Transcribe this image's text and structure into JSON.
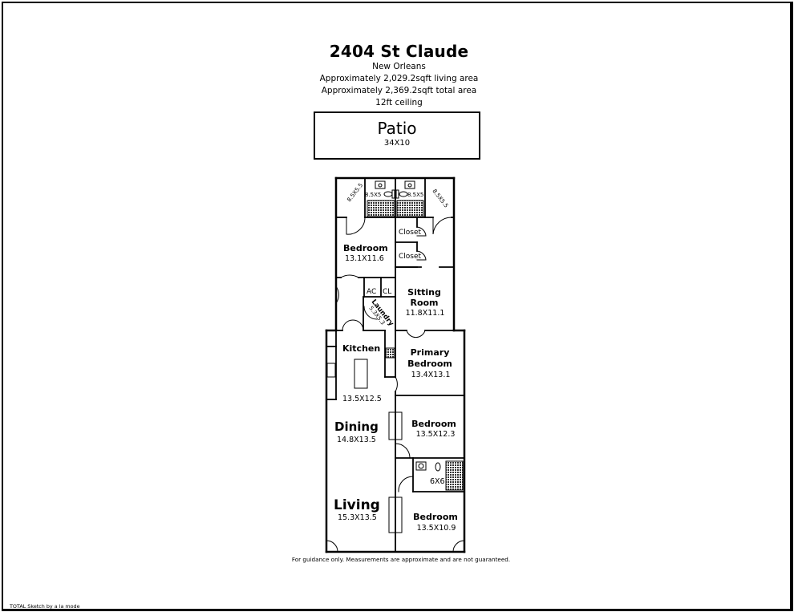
{
  "header": {
    "title": "2404 St Claude",
    "city": "New Orleans",
    "living_area": "Approximately 2,029.2sqft living area",
    "total_area": "Approximately 2,369.2sqft total area",
    "ceiling": "12ft ceiling"
  },
  "patio": {
    "name": "Patio",
    "dims": "34X10"
  },
  "rooms": {
    "bath_left": {
      "dims": "8.5X5.5"
    },
    "bath_mid_left": {
      "dims": "8.5X5"
    },
    "bath_mid_right": {
      "dims": "8.5X5"
    },
    "bath_right": {
      "dims": "8.5X5.5"
    },
    "closet_top": {
      "name": "Closet"
    },
    "closet_bottom": {
      "name": "Closet"
    },
    "bedroom_rear": {
      "name": "Bedroom",
      "dims": "13.1X11.6"
    },
    "ac": {
      "name": "AC"
    },
    "cl": {
      "name": "CL"
    },
    "laundry": {
      "name": "Laundry",
      "dims": "5.3X5.3"
    },
    "sitting_room": {
      "name_line1": "Sitting",
      "name_line2": "Room",
      "dims": "11.8X11.1"
    },
    "kitchen": {
      "name": "Kitchen",
      "dims": "13.5X12.5"
    },
    "primary_bedroom": {
      "name_line1": "Primary",
      "name_line2": "Bedroom",
      "dims": "13.4X13.1"
    },
    "dining": {
      "name": "Dining",
      "dims": "14.8X13.5"
    },
    "bedroom_middle": {
      "name": "Bedroom",
      "dims": "13.5X12.3"
    },
    "bath_small": {
      "dims": "6X6"
    },
    "living": {
      "name": "Living",
      "dims": "15.3X13.5"
    },
    "bedroom_front": {
      "name": "Bedroom",
      "dims": "13.5X10.9"
    }
  },
  "footer": {
    "disclaimer": "For guidance only. Measurements are approximate and are not guaranteed.",
    "credit": "TOTAL Sketch by a la mode"
  }
}
